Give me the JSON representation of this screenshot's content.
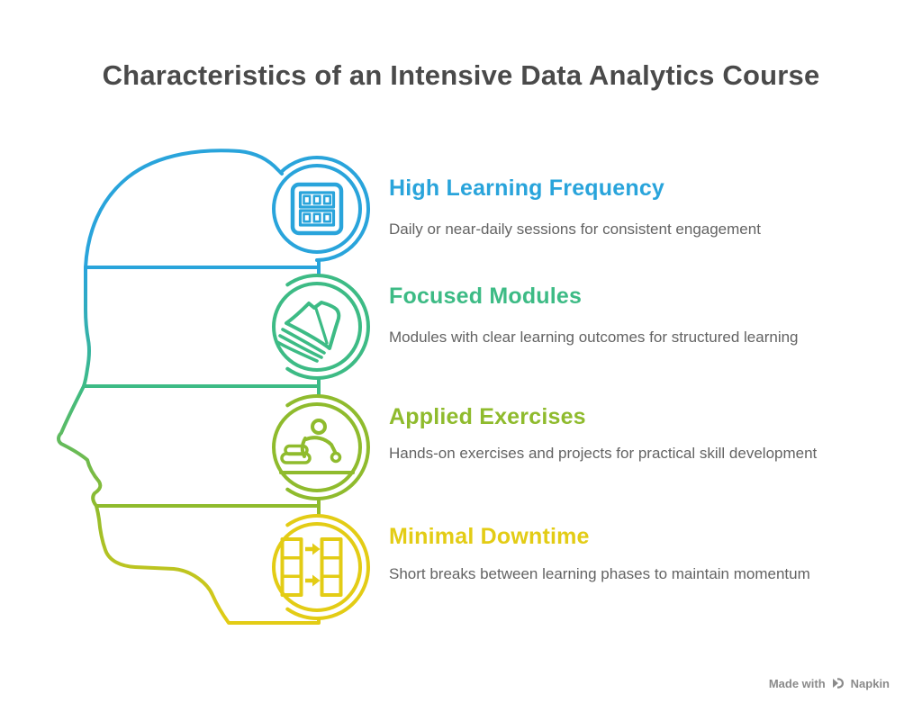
{
  "title": "Characteristics of an Intensive Data Analytics Course",
  "items": [
    {
      "title": "High Learning Frequency",
      "description": "Daily or near-daily sessions for consistent engagement",
      "color": "#29a4db",
      "icon": "schedule-grid-icon"
    },
    {
      "title": "Focused Modules",
      "description": "Modules with clear learning outcomes for structured learning",
      "color": "#3dbb85",
      "icon": "open-book-icon"
    },
    {
      "title": "Applied Exercises",
      "description": "Hands-on exercises and projects for practical skill development",
      "color": "#8fbb2d",
      "icon": "exercise-person-icon"
    },
    {
      "title": "Minimal Downtime",
      "description": "Short breaks between learning phases to maintain momentum",
      "color": "#e3cc15",
      "icon": "columns-transfer-icon"
    }
  ],
  "footer": {
    "made_with": "Made with",
    "brand": "Napkin"
  },
  "colors": {
    "blue": "#29a4db",
    "green": "#3dbb85",
    "olive": "#8fbb2d",
    "yellow": "#e3cc15",
    "title_gray": "#4a4a4a",
    "description_gray": "#636363",
    "footer_gray": "#8a8a8a",
    "background": "#ffffff"
  }
}
